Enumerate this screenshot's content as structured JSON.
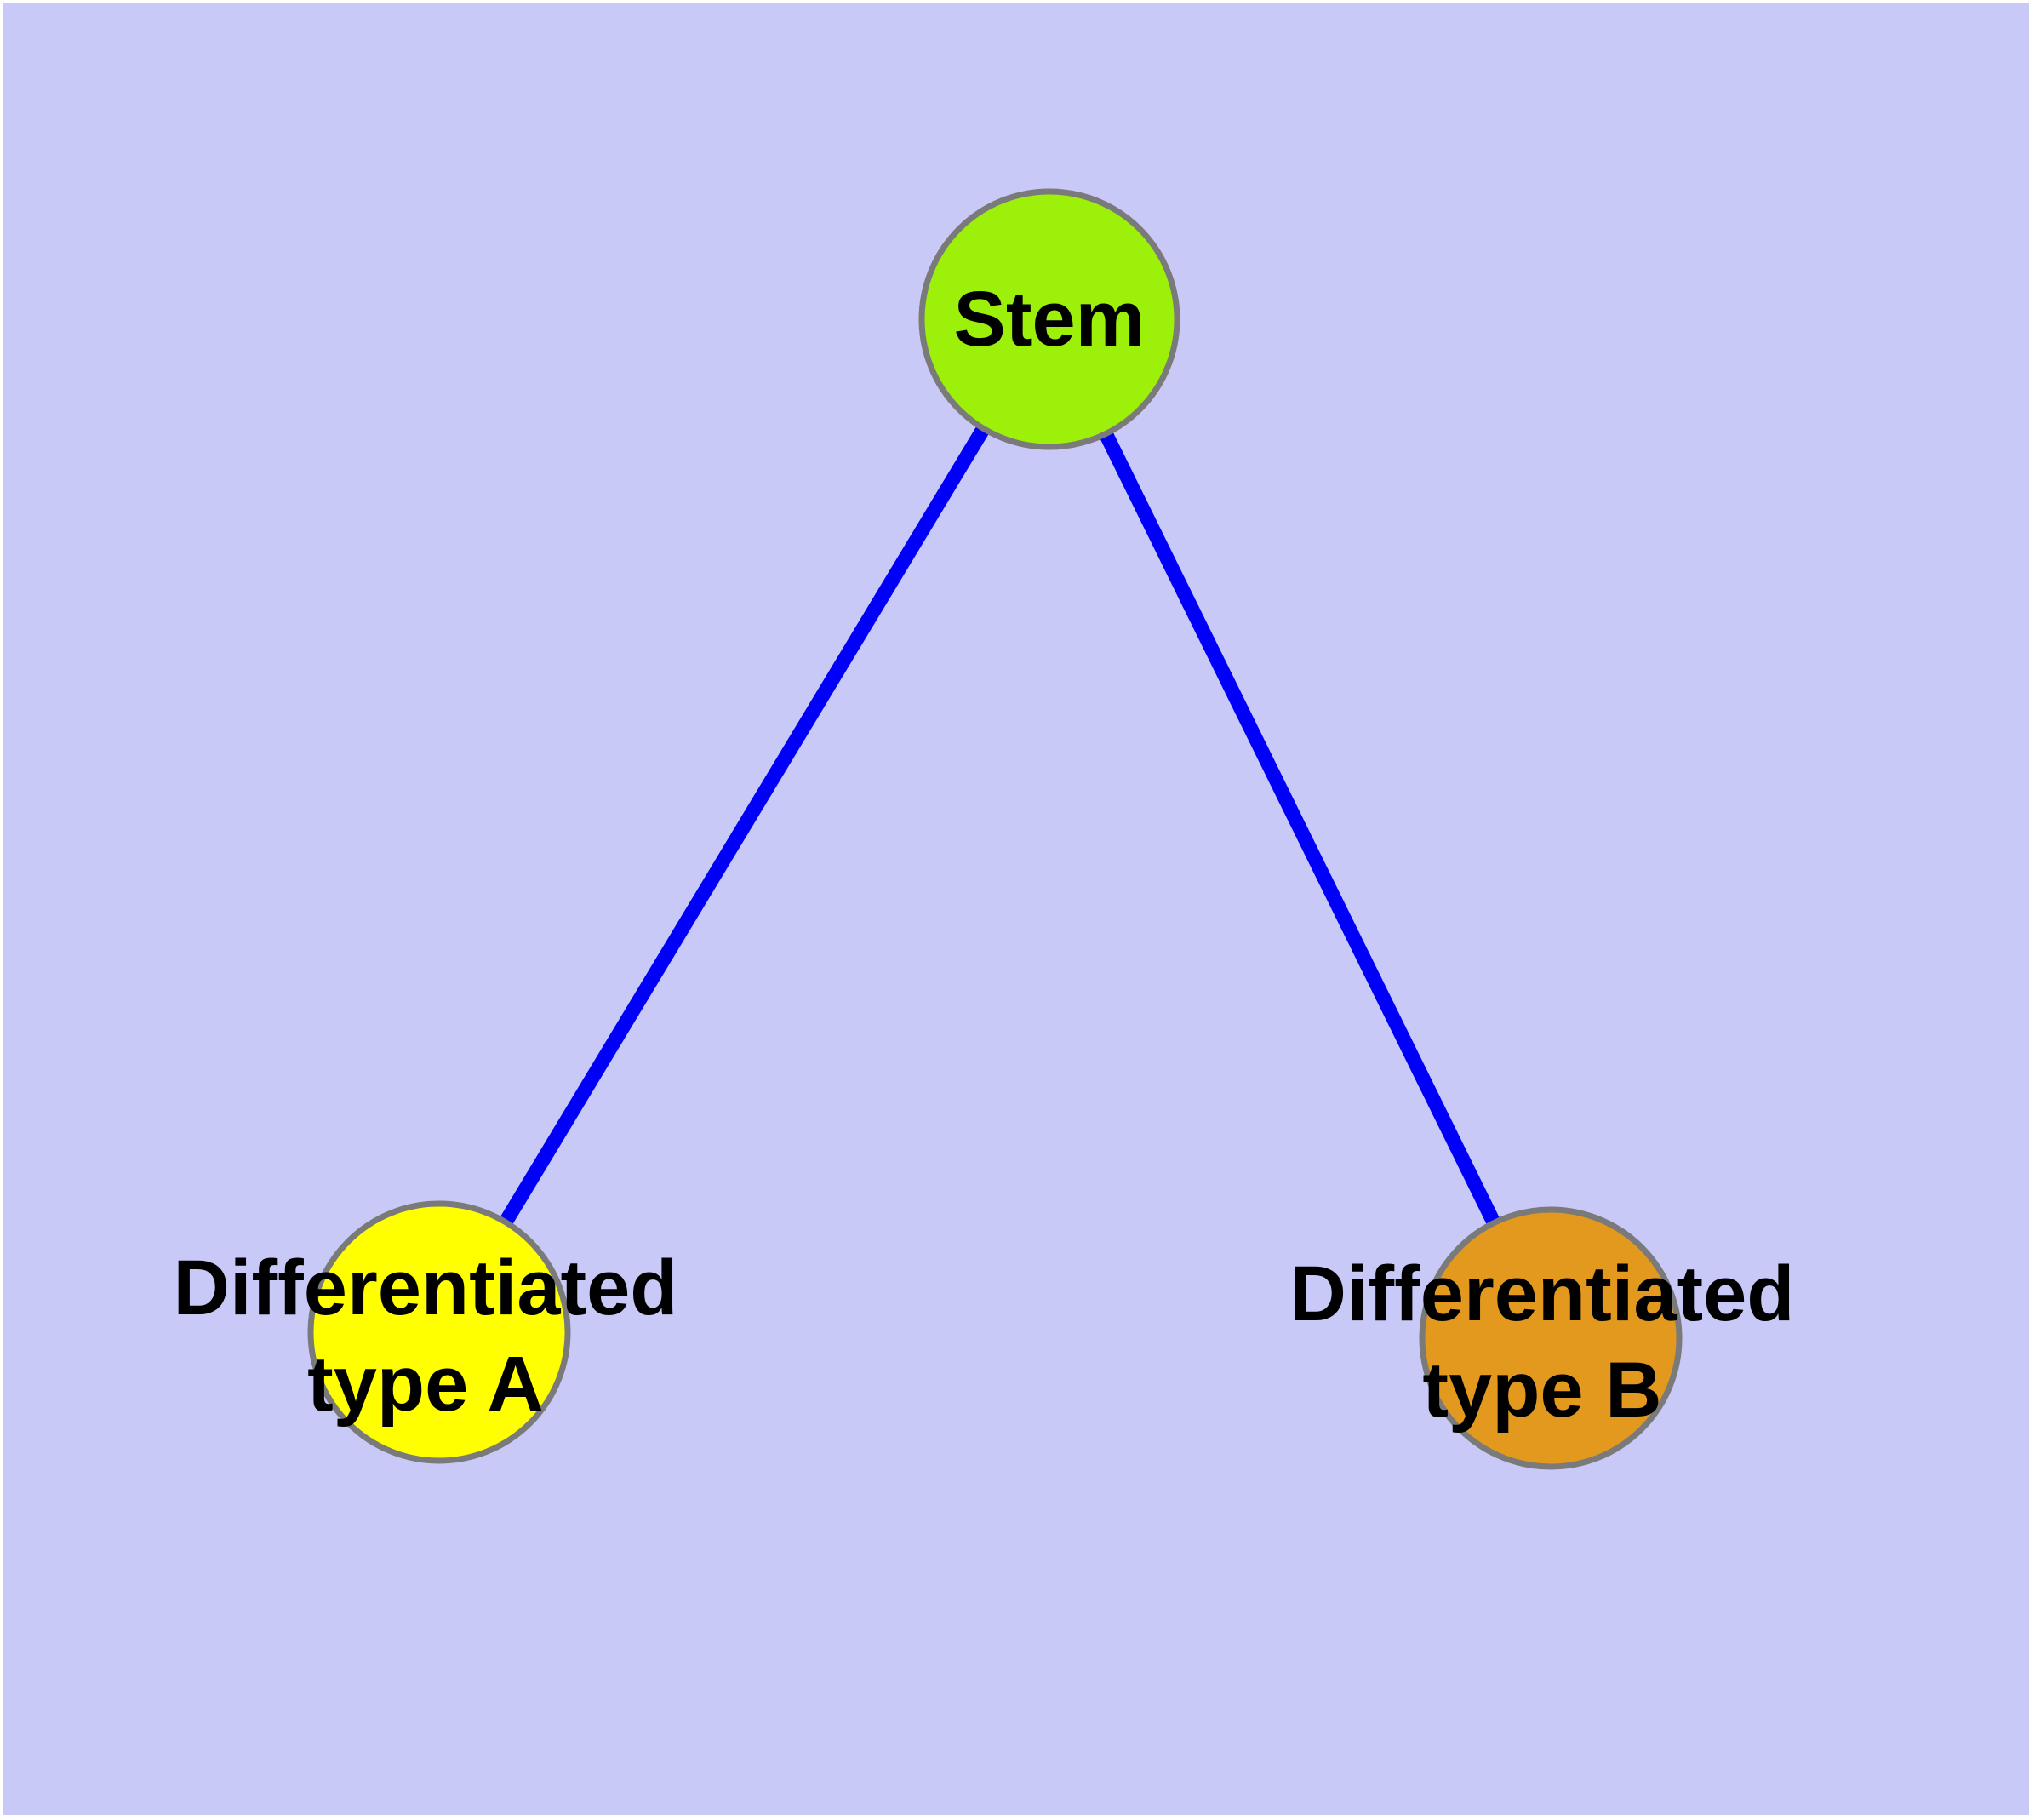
{
  "diagram": {
    "type": "node-edge-graph",
    "background_color": "#c9c9f8",
    "page_margin_color": "#ffffff",
    "edge_color": "#0000fa",
    "node_border_color": "#7a7a7a",
    "label_color": "#000000",
    "nodes": [
      {
        "id": "stem",
        "label": "Stem",
        "label_lines": [
          "Stem"
        ],
        "shape": "circle",
        "fill": "#9cf00a"
      },
      {
        "id": "differentiated-type-a",
        "label": "Differentiated type A",
        "label_lines": [
          "Differentiated",
          "type A"
        ],
        "shape": "circle",
        "fill": "#ffff00"
      },
      {
        "id": "differentiated-type-b",
        "label": "Differentiated type B",
        "label_lines": [
          "Differentiated",
          "type B"
        ],
        "shape": "circle",
        "fill": "#e2991e"
      }
    ],
    "edges": [
      {
        "from": "stem",
        "to": "differentiated-type-a",
        "style": "solid"
      },
      {
        "from": "stem",
        "to": "differentiated-type-b",
        "style": "solid"
      }
    ]
  }
}
